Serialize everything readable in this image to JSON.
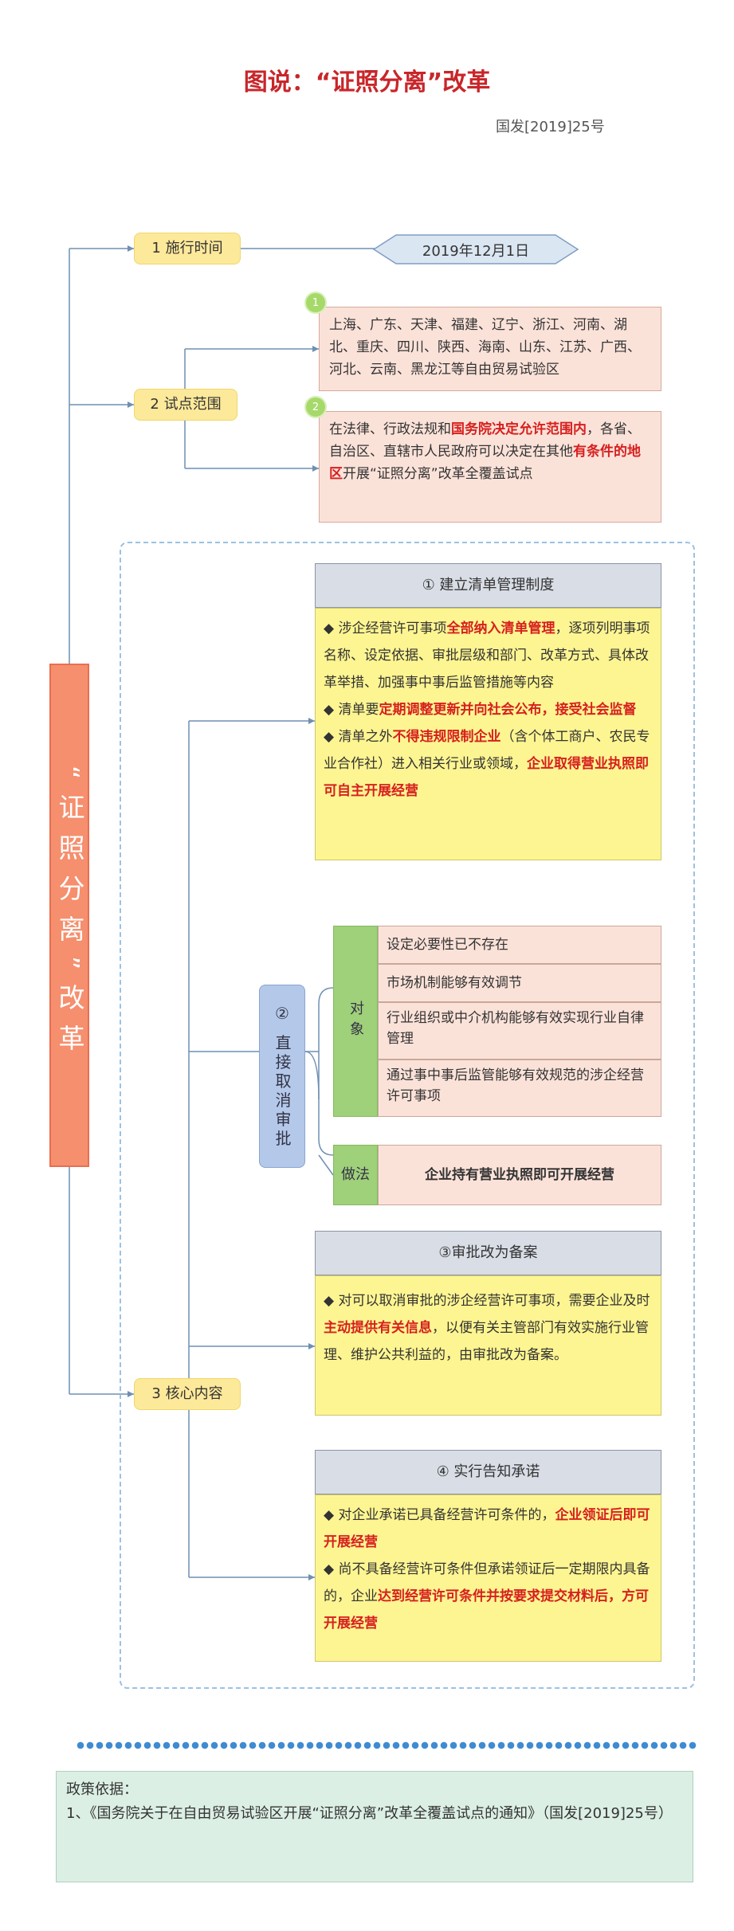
{
  "header": {
    "title": "图说：“证照分离”改革",
    "doc_no": "国发[2019]25号"
  },
  "side_label": "“证照分离”改革",
  "branch1": {
    "label": "1 施行时间",
    "date": "2019年12月1日"
  },
  "branch2": {
    "label": "2 试点范围",
    "items": [
      {
        "num": "1",
        "text": "上海、广东、天津、福建、辽宁、浙江、河南、湖北、重庆、四川、陕西、海南、山东、江苏、广西、河北、云南、黑龙江等自由贸易试验区"
      },
      {
        "num": "2",
        "t1": "在法律、行政法规和",
        "r1": "国务院决定允许范围内",
        "t2": "，各省、自治区、直辖市人民政府可以决定在其他",
        "r2": "有条件的地区",
        "t3": "开展“证照分离”改革全覆盖试点"
      }
    ]
  },
  "branch3": {
    "label": "3 核心内容",
    "sec1": {
      "title": "① 建立清单管理制度",
      "b1a": "◆ 涉企经营许可事项",
      "b1r": "全部纳入清单管理",
      "b1b": "，逐项列明事项名称、设定依据、审批层级和部门、改革方式、具体改革举措、加强事中事后监管措施等内容",
      "b2a": "◆ 清单要",
      "b2r": "定期调整更新并向社会公布，接受社会监督",
      "b3a": "◆ 清单之外",
      "b3r": "不得违规限制企业",
      "b3b": "（含个体工商户、农民专业合作社）进入相关行业或领域，",
      "b3r2": "企业取得营业执照即可自主开展经营"
    },
    "sec2": {
      "title": "② 直接取消审批",
      "target_label": "对象",
      "targets": [
        "设定必要性已不存在",
        "市场机制能够有效调节",
        "行业组织或中介机构能够有效实现行业自律管理",
        "通过事中事后监管能够有效规范的涉企经营许可事项"
      ],
      "method_label": "做法",
      "method": "企业持有营业执照即可开展经营"
    },
    "sec3": {
      "title": "③审批改为备案",
      "a": "◆ 对可以取消审批的涉企经营许可事项，需要企业及时",
      "r": "主动提供有关信息",
      "b": "，以便有关主管部门有效实施行业管理、维护公共利益的，由审批改为备案。"
    },
    "sec4": {
      "title": "④ 实行告知承诺",
      "a1": "◆ 对企业承诺已具备经营许可条件的，",
      "r1": "企业领证后即可开展经营",
      "a2": "◆ 尚不具备经营许可条件但承诺领证后一定期限内具备的，企业",
      "r2": "达到经营许可条件并按要求提交材料后，方可开展经营"
    }
  },
  "policy": {
    "heading": "政策依据：",
    "item": "1、《国务院关于在自由贸易试验区开展“证照分离”改革全覆盖试点的通知》（国发[2019]25号）"
  },
  "colors": {
    "title_red": "#c8262a",
    "accent_red": "#d6201f",
    "side_orange": "#f58f6d",
    "label_yellow": "#fde99a",
    "content_yellow": "#fdf591",
    "pink": "#fbe2d9",
    "blue": "#b4c9ea",
    "green": "#9fd07a",
    "dot_blue": "#3f8bd2"
  }
}
